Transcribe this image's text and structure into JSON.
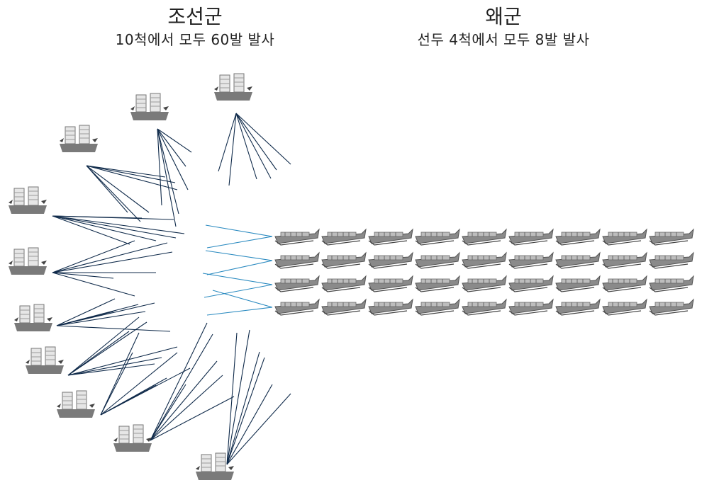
{
  "joseon": {
    "title": "조선군",
    "subtitle": "10척에서 모두 60발 발사"
  },
  "wae": {
    "title": "왜군",
    "subtitle": "선두 4척에서 모두 8발 발사"
  },
  "colors": {
    "joseon_fire": "#0f2a4a",
    "wae_fire": "#2a8ac0",
    "ship": "#6b6b6b"
  },
  "counts": {
    "joseon_ships": 10,
    "joseon_shots": 60,
    "wae_ships_rows": 4,
    "wae_ships_cols": 9,
    "wae_firing_ships": 4,
    "wae_shots": 8
  }
}
